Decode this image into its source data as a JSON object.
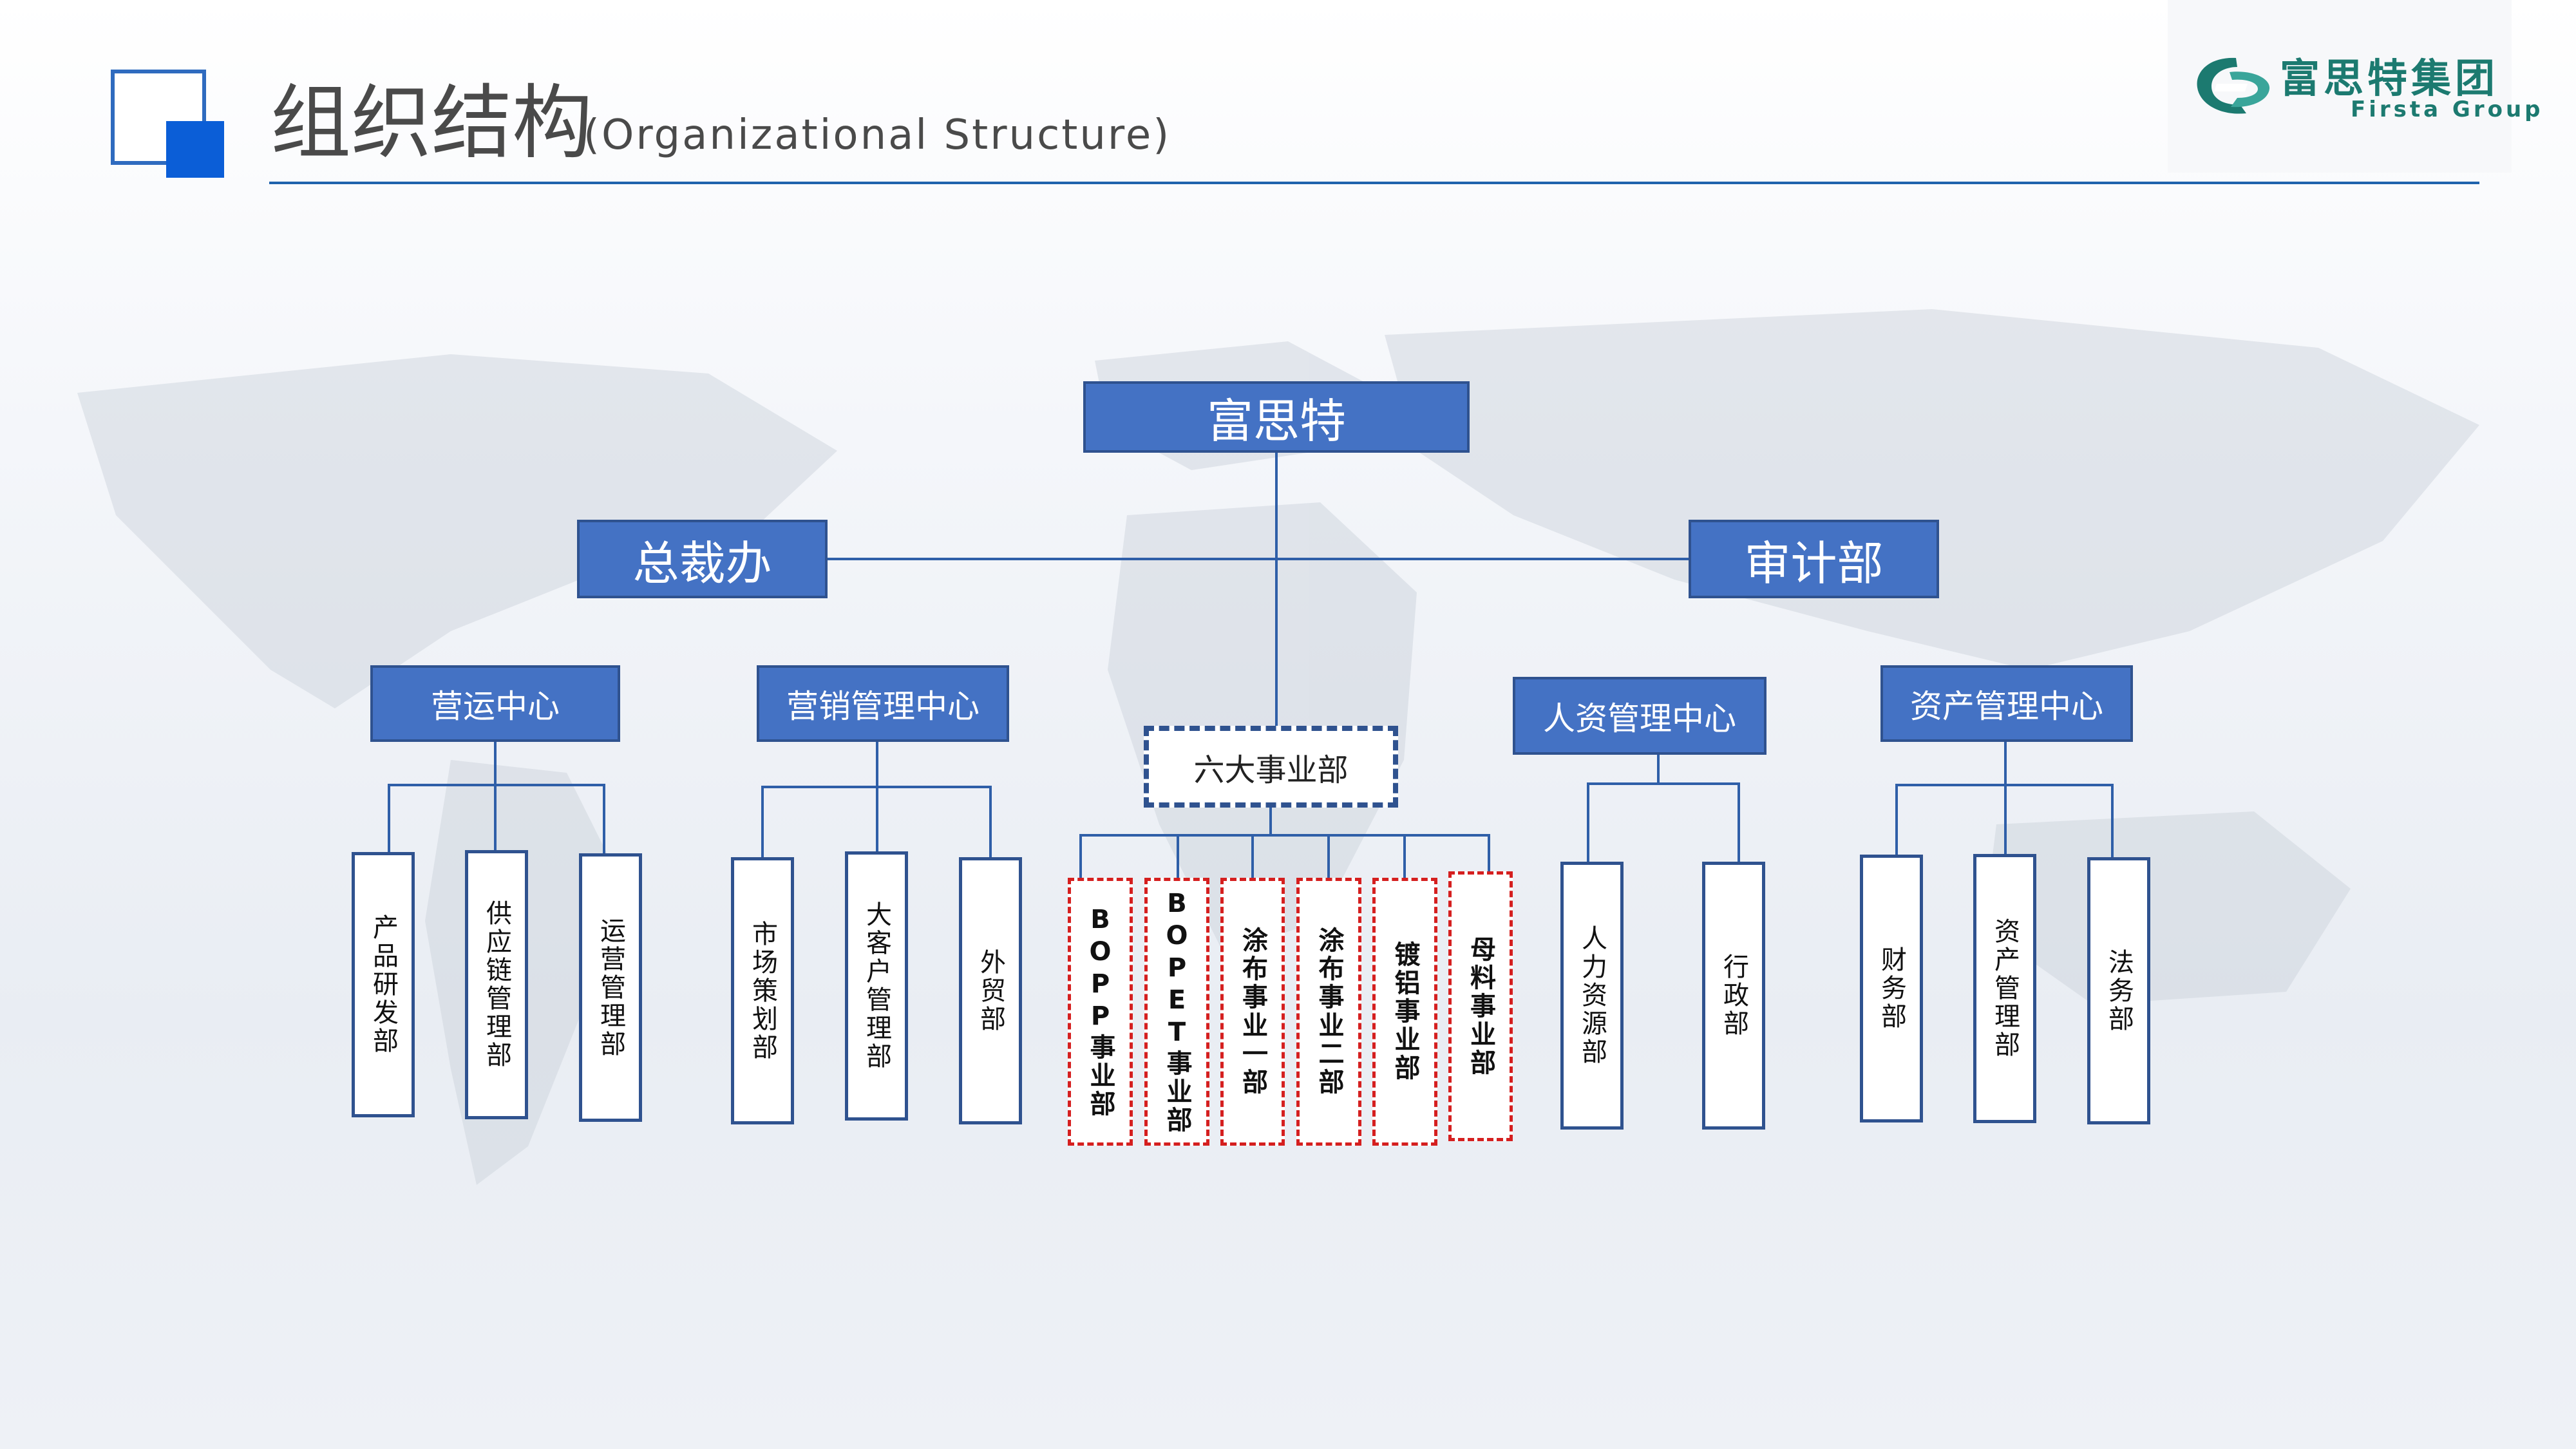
{
  "header": {
    "title_cn": "组织结构",
    "title_en": "(Organizational Structure)",
    "brand_cn": "富思特集团",
    "brand_en": "Firsta Group"
  },
  "org": {
    "root": "富思特",
    "president_office": "总裁办",
    "audit": "审计部",
    "centers": {
      "operations": {
        "name": "营运中心",
        "children": [
          "产品研发部",
          "供应链管理部",
          "运营管理部"
        ]
      },
      "marketing": {
        "name": "营销管理中心",
        "children": [
          "市场策划部",
          "大客户管理部",
          "外贸部"
        ]
      },
      "divisions": {
        "name": "六大事业部",
        "children": [
          "BOPP事业部",
          "BOPET事业部",
          "涂布事业一部",
          "涂布事业二部",
          "镀铝事业部",
          "母料事业部"
        ]
      },
      "hr": {
        "name": "人资管理中心",
        "children": [
          "人力资源部",
          "行政部"
        ]
      },
      "assets": {
        "name": "资产管理中心",
        "children": [
          "财务部",
          "资产管理部",
          "法务部"
        ]
      }
    }
  },
  "colors": {
    "box_fill": "#4472c4",
    "box_border": "#2f528f",
    "line": "#2f5fa8",
    "division_border": "#d51f1f",
    "title_rule": "#1f63ad",
    "brand": "#1c7a70"
  }
}
